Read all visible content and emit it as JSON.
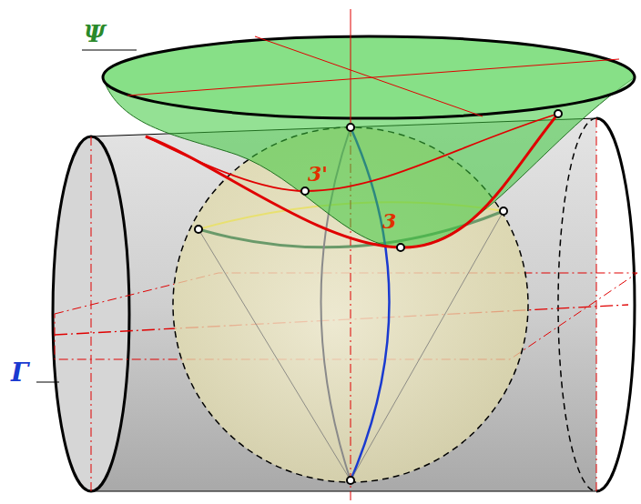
{
  "diagram": {
    "labels": [
      "Ψ",
      "Г",
      "3'",
      "3"
    ]
  }
}
